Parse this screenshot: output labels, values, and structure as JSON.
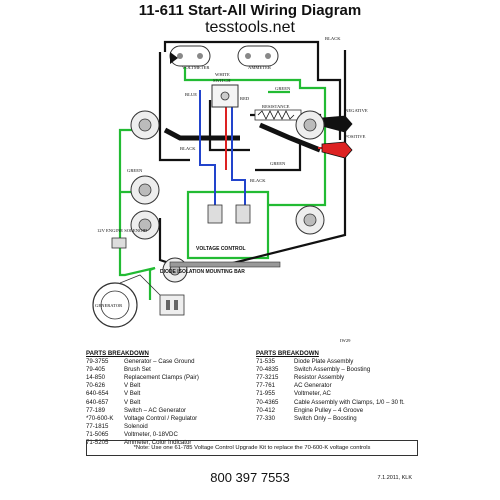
{
  "header": {
    "title": "11-611 Start-All Wiring Diagram",
    "site": "tesstools.net"
  },
  "diagram": {
    "wire_colors": {
      "black": "#111111",
      "green": "#22bb33",
      "blue": "#2244cc",
      "red": "#dd2222",
      "white": "#e8e8e8"
    },
    "labels": {
      "voltmeter": "VOLTMETER",
      "ammeter": "AMMETER",
      "switch": "SWITCH",
      "white": "WHITE",
      "blue": "BLUE",
      "green": "GREEN",
      "black": "BLACK",
      "red": "RED",
      "resistance": "RESISTANCE",
      "solenoid": "12V ENGINE SOLENOID",
      "positive": "POSITIVE",
      "negative": "NEGATIVE",
      "voltage_control": "VOLTAGE CONTROL",
      "diode_bar": "DIODE ISOLATION MOUNTING BAR",
      "generator": "GENERATOR",
      "code": "IW29"
    }
  },
  "parts_left": {
    "header": "PARTS BREAKDOWN",
    "items": [
      {
        "num": "79-3755",
        "desc": "Generator – Case Ground"
      },
      {
        "num": "79-405",
        "desc": "Brush Set"
      },
      {
        "num": "14-850",
        "desc": "Replacement Clamps (Pair)"
      },
      {
        "num": "70-626",
        "desc": "V Belt"
      },
      {
        "num": "640-654",
        "desc": "V Belt"
      },
      {
        "num": "640-657",
        "desc": "V Belt"
      },
      {
        "num": "77-189",
        "desc": "Switch – AC Generator"
      },
      {
        "num": "*70-600-K",
        "desc": "Voltage Control / Regulator"
      },
      {
        "num": "77-1815",
        "desc": "Solenoid"
      },
      {
        "num": "71-5065",
        "desc": "Voltmeter, 0-18VDC"
      },
      {
        "num": "71-5205",
        "desc": "Ammeter, Color Indicator"
      }
    ]
  },
  "parts_right": {
    "header": "PARTS BREAKDOWN",
    "items": [
      {
        "num": "71-535",
        "desc": "Diode Plate Assembly"
      },
      {
        "num": "70-4835",
        "desc": "Switch Assembly – Boosting"
      },
      {
        "num": "77-3215",
        "desc": "Resistor Assembly"
      },
      {
        "num": "77-761",
        "desc": "AC Generator"
      },
      {
        "num": "71-955",
        "desc": "Voltmeter, AC"
      },
      {
        "num": "70-4365",
        "desc": "Cable Assembly with Clamps, 1/0 – 30 ft."
      },
      {
        "num": "70-412",
        "desc": "Engine Pulley – 4 Groove"
      },
      {
        "num": "77-330",
        "desc": "Switch Only – Boosting"
      }
    ]
  },
  "note": "*Note: Use one 61-785 Voltage Control Upgrade Kit to replace the 70-600-K voltage controls",
  "footer": {
    "phone": "800 397 7553",
    "date": "7.1.2011, KLK"
  }
}
